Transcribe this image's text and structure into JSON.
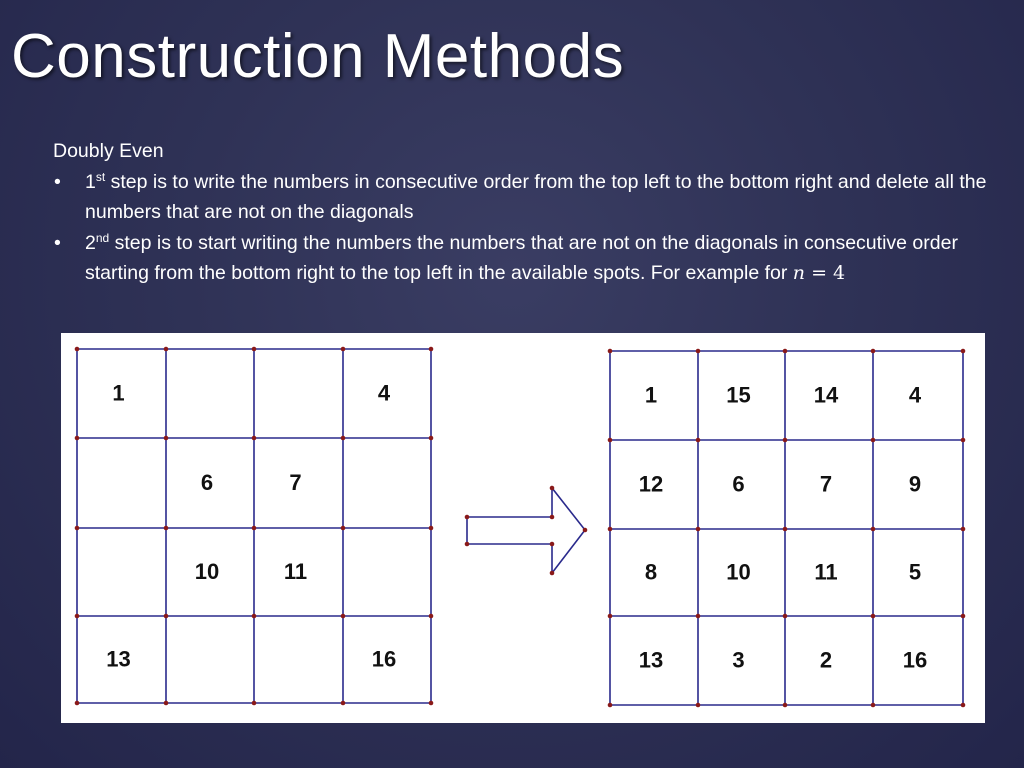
{
  "slide": {
    "title": "Construction Methods"
  },
  "content": {
    "subheading": "Doubly Even",
    "bullets": [
      {
        "lead_number": "1",
        "superscript": "st",
        "text": " step is to write the numbers in consecutive order from the top left to the bottom right and delete all the numbers that are not on the diagonals"
      },
      {
        "lead_number": "2",
        "superscript": "nd",
        "text": " step is to start writing the numbers the numbers that are not on the diagonals in consecutive order starting from the bottom right to the top left in the available spots. For example for ",
        "math_var": "n",
        "math_eq": " = 4"
      }
    ],
    "bullet_symbol": "•"
  },
  "figure": {
    "grid_size": 4,
    "before_grid": [
      [
        "1",
        "",
        "",
        "4"
      ],
      [
        "",
        "6",
        "7",
        ""
      ],
      [
        "",
        "10",
        "11",
        ""
      ],
      [
        "13",
        "",
        "",
        "16"
      ]
    ],
    "after_grid": [
      [
        "1",
        "15",
        "14",
        "4"
      ],
      [
        "12",
        "6",
        "7",
        "9"
      ],
      [
        "8",
        "10",
        "11",
        "5"
      ],
      [
        "13",
        "3",
        "2",
        "16"
      ]
    ],
    "line_color": "#2a2a8c",
    "dot_color": "#8a1a1a"
  }
}
